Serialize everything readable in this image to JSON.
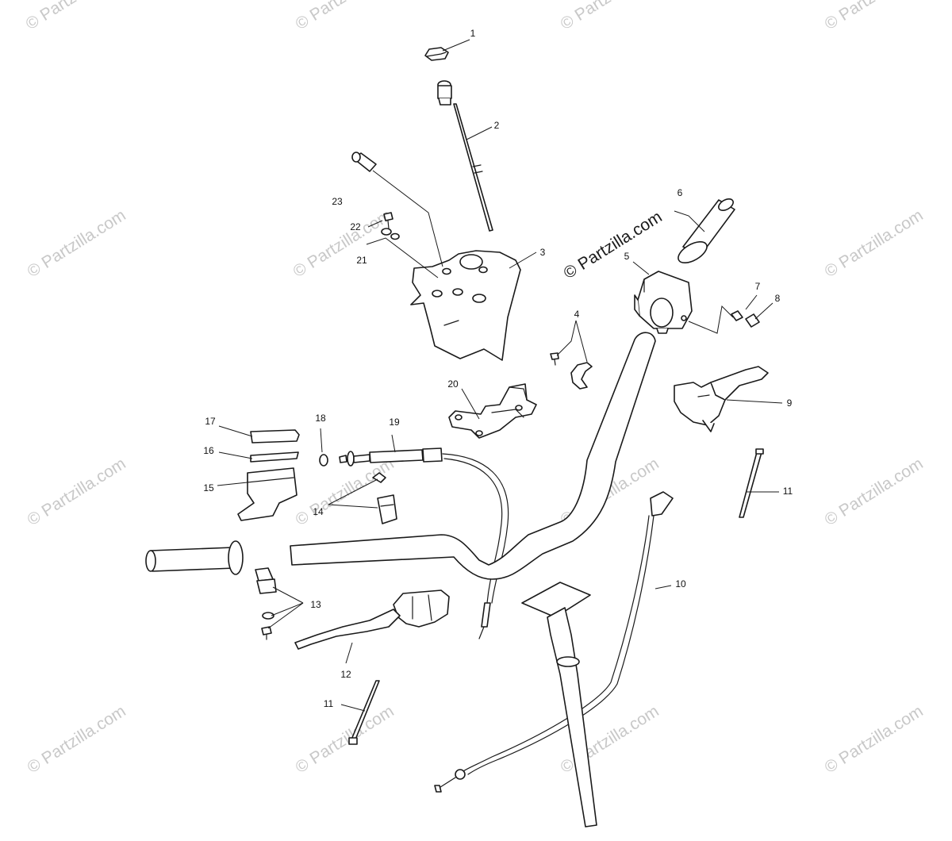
{
  "watermark": {
    "text": "© Partzilla.com"
  },
  "callouts": {
    "c1": "1",
    "c2": "2",
    "c3": "3",
    "c4": "4",
    "c5": "5",
    "c6": "6",
    "c7": "7",
    "c8": "8",
    "c9": "9",
    "c10": "10",
    "c11a": "11",
    "c11b": "11",
    "c12": "12",
    "c13": "13",
    "c14": "14",
    "c15": "15",
    "c16": "16",
    "c17": "17",
    "c18": "18",
    "c19": "19",
    "c20": "20",
    "c21": "21",
    "c22": "22",
    "c23": "23"
  }
}
